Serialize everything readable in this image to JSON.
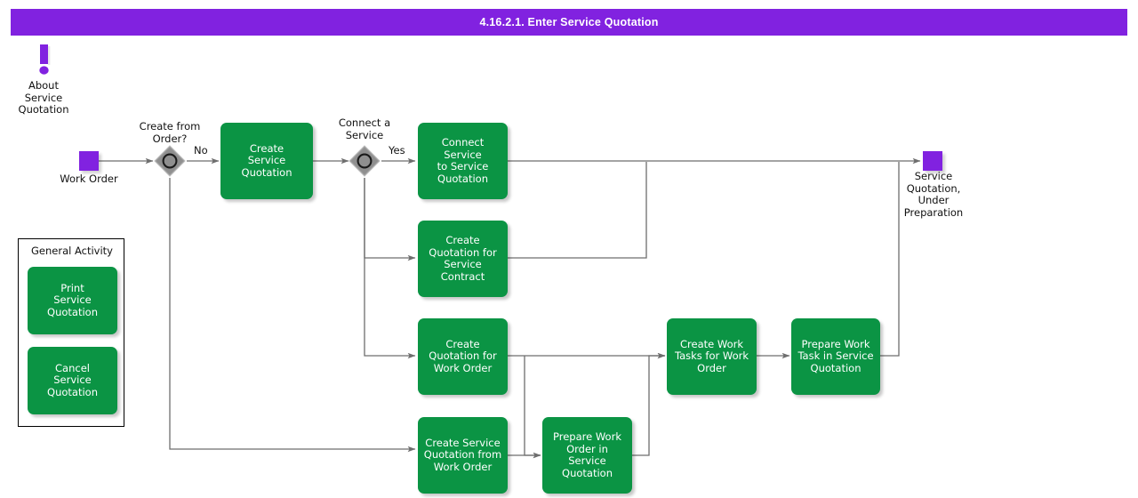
{
  "header": {
    "title": "4.16.2.1. Enter Service Quotation"
  },
  "colors": {
    "brand_purple": "#8122E0",
    "activity_green": "#0B9444",
    "gateway_gray": "#808080",
    "connector_gray": "#6E6E6E",
    "title_text": "#FFFFFF"
  },
  "info_marker": {
    "icon": "exclamation-mark-icon",
    "label": "About\nService\nQuotation",
    "label_lines": [
      "About",
      "Service",
      "Quotation"
    ]
  },
  "events": [
    {
      "id": "work-order",
      "type": "start-event",
      "label": "Work Order",
      "label_lines": [
        "Work Order"
      ]
    },
    {
      "id": "service-quotation-under-preparation",
      "type": "end-event",
      "label": "Service Quotation, Under Preparation",
      "label_lines": [
        "Service",
        "Quotation,",
        "Under",
        "Preparation"
      ]
    }
  ],
  "gateways": [
    {
      "id": "create-from-order",
      "label": "Create from Order?",
      "label_lines": [
        "Create from",
        "Order?"
      ],
      "branch_label": "No"
    },
    {
      "id": "connect-a-service",
      "label": "Connect a Service",
      "label_lines": [
        "Connect a",
        "Service"
      ],
      "branch_label": "Yes"
    }
  ],
  "activities": [
    {
      "id": "create-service-quotation",
      "label": "Create Service Quotation",
      "label_lines": [
        "Create",
        "Service",
        "Quotation"
      ]
    },
    {
      "id": "connect-service-to-service-quotation",
      "label": "Connect Service to Service Quotation",
      "label_lines": [
        "Connect Service",
        "to Service",
        "Quotation"
      ]
    },
    {
      "id": "create-quotation-for-service-contract",
      "label": "Create Quotation for Service Contract",
      "label_lines": [
        "Create",
        "Quotation for",
        "Service Contract"
      ]
    },
    {
      "id": "create-quotation-for-work-order",
      "label": "Create Quotation for Work Order",
      "label_lines": [
        "Create",
        "Quotation for",
        "Work Order"
      ]
    },
    {
      "id": "create-service-quotation-from-work-order",
      "label": "Create Service Quotation from Work Order",
      "label_lines": [
        "Create Service",
        "Quotation from",
        "Work Order"
      ]
    },
    {
      "id": "prepare-work-order-in-service-quotation",
      "label": "Prepare Work Order in Service Quotation",
      "label_lines": [
        "Prepare Work",
        "Order in Service",
        "Quotation"
      ]
    },
    {
      "id": "create-work-tasks-for-work-order",
      "label": "Create Work Tasks for Work Order",
      "label_lines": [
        "Create Work",
        "Tasks for Work",
        "Order"
      ]
    },
    {
      "id": "prepare-work-task-in-service-quotation",
      "label": "Prepare Work Task in Service Quotation",
      "label_lines": [
        "Prepare Work",
        "Task in Service",
        "Quotation"
      ]
    }
  ],
  "legend": {
    "title": "General Activity",
    "items": [
      {
        "id": "print-service-quotation",
        "label": "Print Service Quotation",
        "label_lines": [
          "Print",
          "Service",
          "Quotation"
        ]
      },
      {
        "id": "cancel-service-quotation",
        "label": "Cancel Service Quotation",
        "label_lines": [
          "Cancel",
          "Service",
          "Quotation"
        ]
      }
    ]
  }
}
